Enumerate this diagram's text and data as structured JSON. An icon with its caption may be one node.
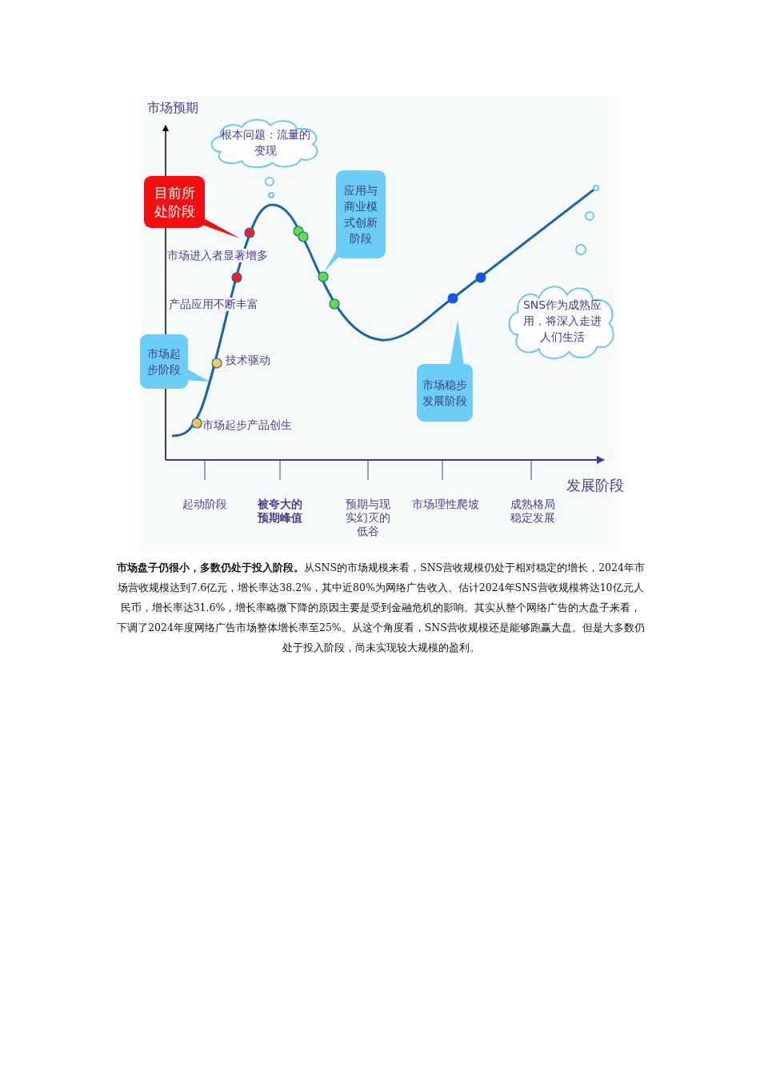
{
  "diagram": {
    "caption": "**市场盘子仍很小，多数仍处于投入阶段。**从SNS的市场规模来看，SNS营收规模仍处于相对稳定的增长，2024年市场营收规模达到7.6亿元，增长率达38.2%，其中近80%为网络广告收入。估计2024年SNS营收规模将达10亿元人民币，增长率达31.6%，增长率略微下降的原因主要是受到金融危机的影响。其实从整个网络广告的大盘子来看，下调了2024年度网络广告市场整体增长率至25%。从这个角度看，SNS营收规模还是能够跑赢大盘。但是大多数仍处于投入阶段，尚未实现较大规模的盈利。",
    "nodes": [
      {
        "text": [
          "根本问题：流量的变现"
        ]
      },
      {
        "text": [
          "目前所处阶段"
        ]
      },
      {
        "text": [
          "应用与商业模式创新阶段"
        ]
      },
      {
        "text": [
          "SNS作为成熟应用，将深入走进人们生活"
        ]
      },
      {
        "text": [
          "市场起步阶段"
        ]
      },
      {
        "text": [
          "市场稳步发展阶段"
        ]
      }
    ],
    "labels": [
      "市场预期",
      "市场进入者显著增多",
      "产品应用不断丰富",
      "技术驱动",
      "市场起步产品创生",
      "发展阶段",
      "起动阶段",
      "被夸大的预期峰值",
      "预期与现实幻灭的低谷",
      "市场理性爬坡",
      "成熟格局稳定发展"
    ]
  }
}
